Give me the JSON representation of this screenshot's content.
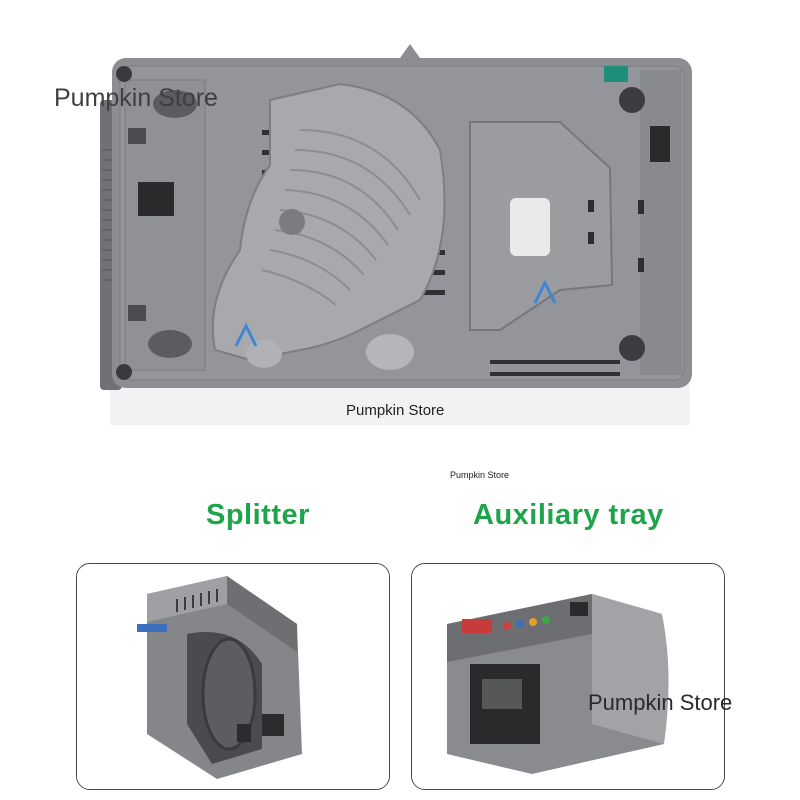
{
  "watermarks": {
    "top_left": "Pumpkin Store",
    "center": "Pumpkin Store",
    "small": "Pumpkin Store",
    "thumb_right": "Pumpkin Store"
  },
  "labels": {
    "splitter": "Splitter",
    "auxiliary_tray": "Auxiliary tray"
  },
  "colors": {
    "label_green": "#1ea44a",
    "arrow_blue": "#3d87d6",
    "device_gray": "#8c8e92"
  }
}
